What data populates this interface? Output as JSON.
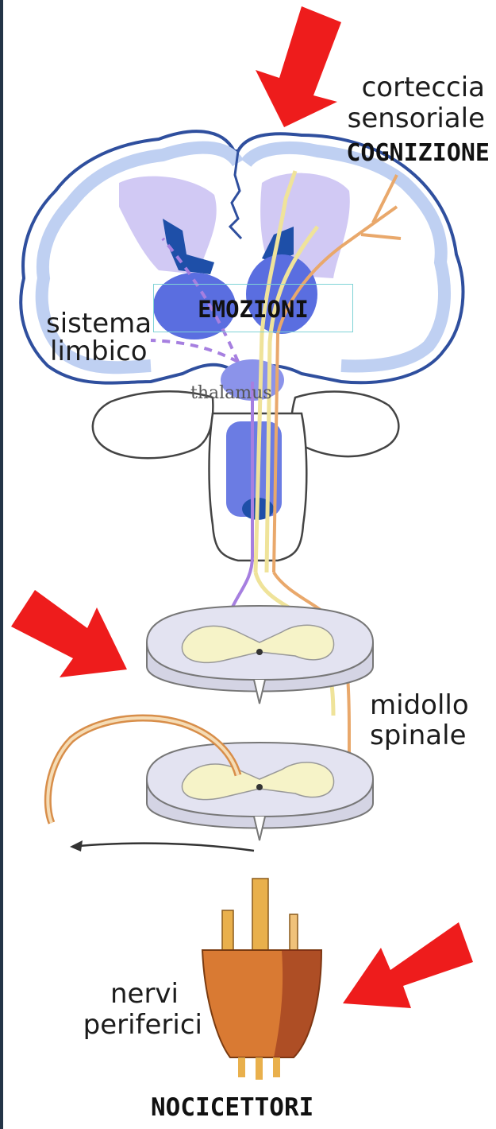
{
  "labels": {
    "cortex_line1": "corteccia",
    "cortex_line2": "sensoriale",
    "cognition": "COGNIZIONE",
    "emotions": "EMOZIONI",
    "limbic_line1": "sistema",
    "limbic_line2": "limbico",
    "thalamus": "thalamus",
    "spinal_line1": "midollo",
    "spinal_line2": "spinale",
    "nerves_line1": "nervi",
    "nerves_line2": "periferici",
    "nociceptors": "NOCICETTORI"
  },
  "colors": {
    "arrow": "#ee1c1c",
    "cortex_outline": "#2f4f9e",
    "cortex_band": "#bfd0f2",
    "lilac": "#b5a8ec",
    "blue_region": "#5a6ee0",
    "dark_blue": "#1e4fa8",
    "pathway_purple": "#a67fe0",
    "pathway_yellow": "#efe39a",
    "pathway_orange": "#e9a86b",
    "cord_grey": "#e3e3f1",
    "cord_grey_matter": "#f6f3c8",
    "receptor_orange": "#d97a33"
  }
}
